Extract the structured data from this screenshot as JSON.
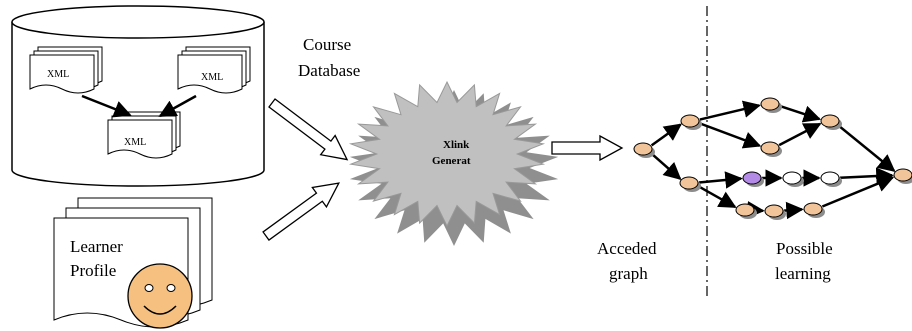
{
  "labels": {
    "course_database_line1": "Course",
    "course_database_line2": "Database",
    "xml_doc_left": "XML",
    "xml_doc_right": "XML",
    "xml_doc_bottom": "XML",
    "xlink_line1": "Xlink",
    "xlink_line2": "Generat",
    "learner_line1": "Learner",
    "learner_line2": "Profile",
    "acceded_line1": "Acceded",
    "acceded_line2": "graph",
    "possible_line1": "Possible",
    "possible_line2": "learning"
  },
  "colors": {
    "node_default": "#f2c49a",
    "node_highlight": "#b38ae6",
    "node_plain": "#ffffff",
    "node_shadow": "#8c8c8c",
    "smiley_face": "#f5c080",
    "starburst": "#c0c0c0",
    "starburst_shadow": "#8f8f8f"
  },
  "graph": {
    "nodes": [
      {
        "id": "n1",
        "type": "default"
      },
      {
        "id": "n2",
        "type": "default"
      },
      {
        "id": "n3",
        "type": "default"
      },
      {
        "id": "n4",
        "type": "default"
      },
      {
        "id": "n5",
        "type": "default"
      },
      {
        "id": "n6",
        "type": "default"
      },
      {
        "id": "n7",
        "type": "highlight"
      },
      {
        "id": "n8",
        "type": "plain"
      },
      {
        "id": "n9",
        "type": "plain"
      },
      {
        "id": "n10",
        "type": "default"
      },
      {
        "id": "n11",
        "type": "default"
      },
      {
        "id": "n12",
        "type": "default"
      },
      {
        "id": "n13",
        "type": "default"
      }
    ],
    "edges": [
      [
        "n1",
        "n2"
      ],
      [
        "n1",
        "n3"
      ],
      [
        "n2",
        "n4"
      ],
      [
        "n2",
        "n5"
      ],
      [
        "n4",
        "n6"
      ],
      [
        "n5",
        "n6"
      ],
      [
        "n3",
        "n7"
      ],
      [
        "n7",
        "n8"
      ],
      [
        "n8",
        "n9"
      ],
      [
        "n9",
        "n13"
      ],
      [
        "n3",
        "n10"
      ],
      [
        "n10",
        "n11"
      ],
      [
        "n11",
        "n12"
      ],
      [
        "n12",
        "n13"
      ],
      [
        "n6",
        "n13"
      ]
    ]
  }
}
